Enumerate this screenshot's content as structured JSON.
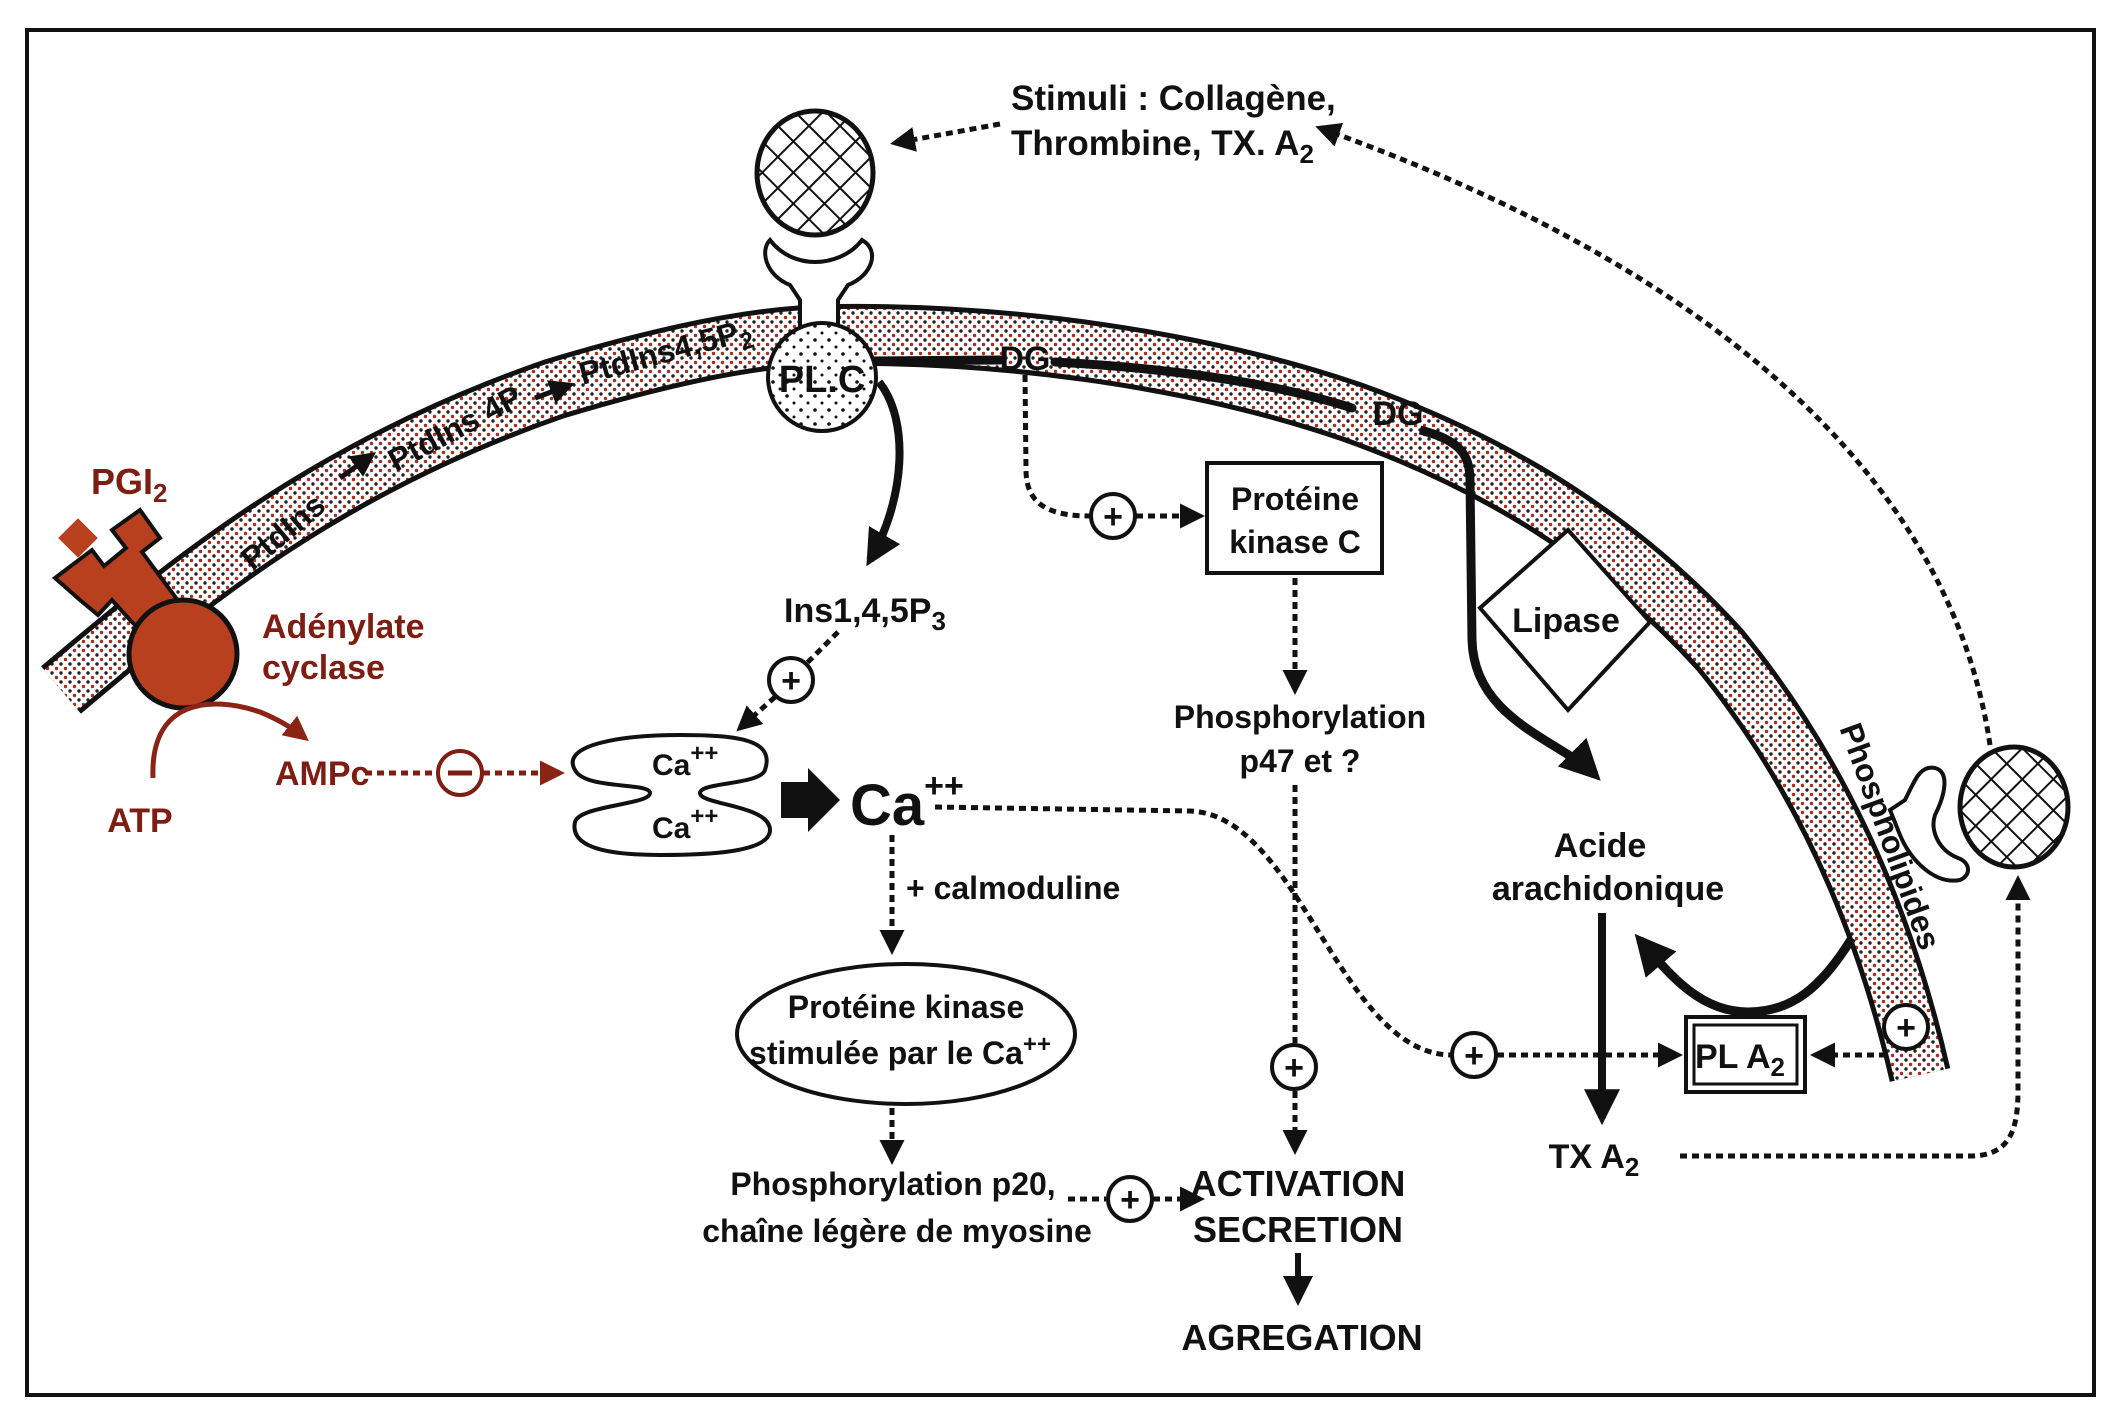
{
  "figure": {
    "title": "Voies d'activation plaquettaire",
    "colors": {
      "ink": "#111111",
      "membrane_dots": "#b02a1a",
      "adenylate_fill": "#b8401f",
      "adenylate_text": "#7e1d12",
      "background": "#ffffff"
    }
  },
  "labels": {
    "stimuli_line1": "Stimuli : Collagène,",
    "stimuli_line2_main": "Thrombine, TX. A",
    "stimuli_line2_sub": "2",
    "plc": "PL.C",
    "dg1": "DG",
    "dg2": "DG",
    "ptdins": "PtdIns",
    "ptdins4p": "PtdIns 4P",
    "ptdins45p2_main": "PtdIns4,5P",
    "ptdins45p2_sub": "2",
    "pgi2_main": "PGI",
    "pgi2_sub": "2",
    "adenylate_line1": "Adénylate",
    "adenylate_line2": "cyclase",
    "atp": "ATP",
    "ampc": "AMPc",
    "minus": "−",
    "plus": "+",
    "ins_main": "Ins1,4,5P",
    "ins_sub": "3",
    "ca_store_top_main": "Ca",
    "ca_store_top_sup": "++",
    "ca_store_bottom_main": "Ca",
    "ca_store_bottom_sup": "++",
    "ca_free_main": "Ca",
    "ca_free_sup": "++",
    "calmoduline": "+ calmoduline",
    "pk_ca_line1": "Protéine kinase",
    "pk_ca_line2_main": "stimulée par le Ca",
    "pk_ca_line2_sup": "++",
    "phospho_p20_line1": "Phosphorylation  p20,",
    "phospho_p20_line2": "chaîne légère de myosine",
    "pkc_line1": "Protéine",
    "pkc_line2": "kinase  C",
    "phospho_p47_line1": "Phosphorylation",
    "phospho_p47_line2": "p47  et  ?",
    "activation": "ACTIVATION",
    "secretion": "SECRETION",
    "agregation": "AGREGATION",
    "lipase": "Lipase",
    "acide_line1": "Acide",
    "acide_line2": "arachidonique",
    "pla2_main": "PL A",
    "pla2_sub": "2",
    "txa2_main": "TX A",
    "txa2_sub": "2",
    "phospholipides": "Phospholipides"
  }
}
